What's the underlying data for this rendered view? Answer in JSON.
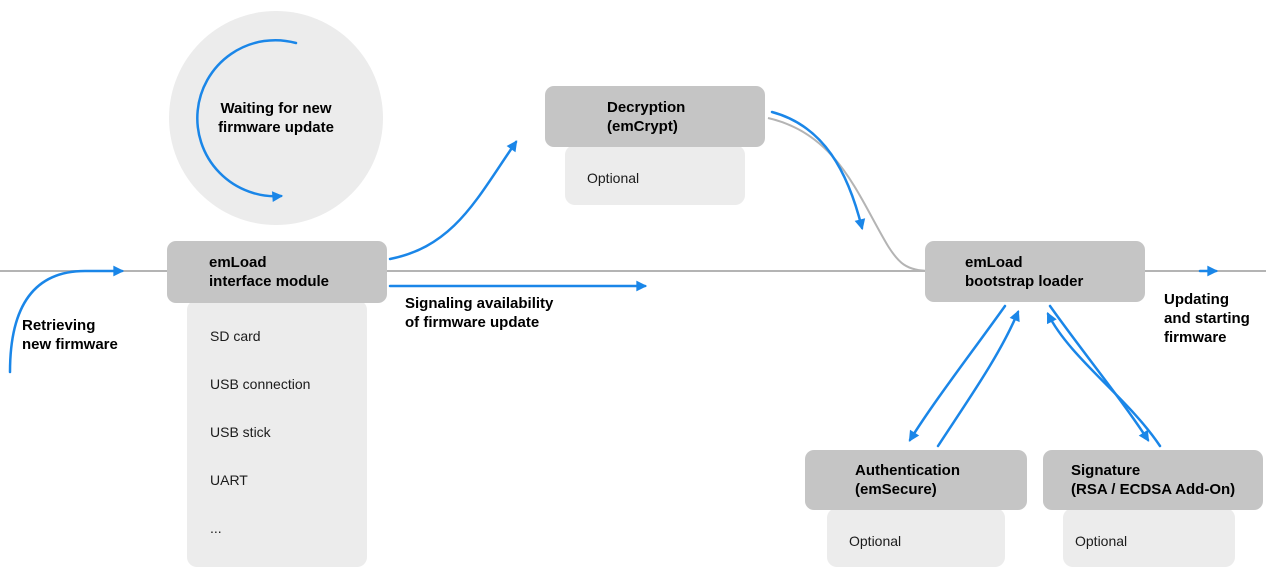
{
  "colors": {
    "accent_blue": "#1a86e8",
    "node_fill": "#c5c5c5",
    "panel_fill": "#ececec",
    "connector_gray": "#b4b4b4"
  },
  "nodes": {
    "waiting_loop": {
      "label": "Waiting for new\nfirmware update"
    },
    "interface_module": {
      "label": "emLoad\ninterface module",
      "items": [
        "SD card",
        "USB connection",
        "USB stick",
        "UART",
        "..."
      ]
    },
    "decryption": {
      "label": "Decryption\n(emCrypt)",
      "tag": "Optional"
    },
    "bootstrap_loader": {
      "label": "emLoad\nbootstrap loader"
    },
    "authentication": {
      "label": "Authentication\n(emSecure)",
      "tag": "Optional"
    },
    "signature": {
      "label": "Signature\n(RSA / ECDSA Add-On)",
      "tag": "Optional"
    }
  },
  "edge_labels": {
    "retrieving": "Retrieving\nnew firmware",
    "signaling": "Signaling availability\nof firmware update",
    "updating": "Updating\nand starting\nfirmware"
  }
}
